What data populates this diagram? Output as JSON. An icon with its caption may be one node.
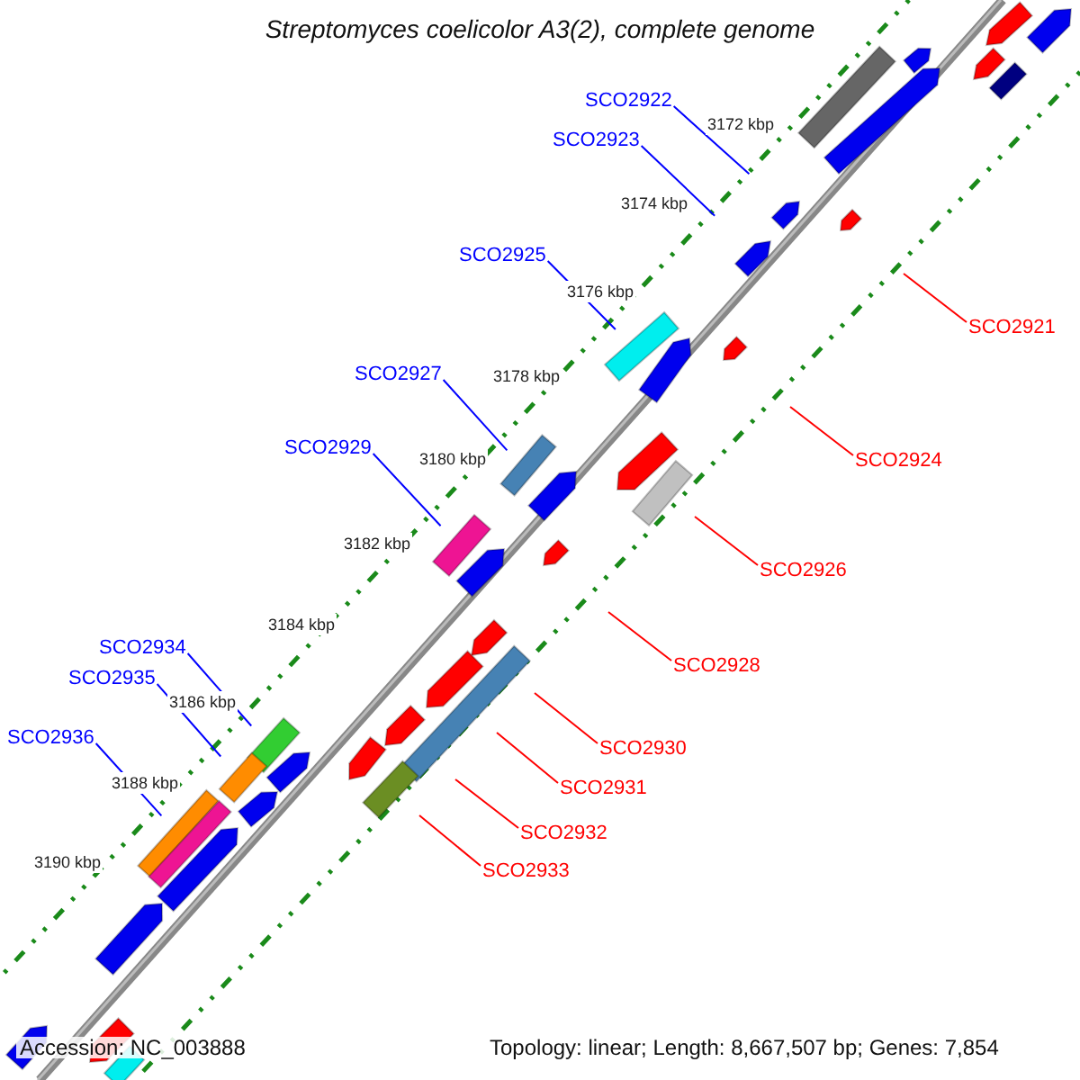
{
  "diagram": {
    "title": "Streptomyces coelicolor A3(2), complete genome",
    "nodes": [
      {
        "text": [
          "SCO2922"
        ]
      },
      {
        "text": [
          "SCO2923"
        ]
      },
      {
        "text": [
          "SCO2925"
        ]
      },
      {
        "text": [
          "SCO2921"
        ]
      },
      {
        "text": [
          "SCO2927"
        ]
      },
      {
        "text": [
          "SCO2929"
        ]
      },
      {
        "text": [
          "SCO2924"
        ]
      },
      {
        "text": [
          "SCO2926"
        ]
      },
      {
        "text": [
          "SCO2934"
        ]
      },
      {
        "text": [
          "SCO2928"
        ]
      },
      {
        "text": [
          "SCO2935"
        ]
      },
      {
        "text": [
          "SCO2936"
        ]
      },
      {
        "text": [
          "SCO2930"
        ]
      },
      {
        "text": [
          "SCO2931"
        ]
      },
      {
        "text": [
          "SCO2932"
        ]
      },
      {
        "text": [
          "SCO2933"
        ]
      }
    ],
    "edges": [
      {
        "from": 0,
        "to": null,
        "arrow": "none"
      },
      {
        "from": 1,
        "to": null,
        "arrow": "none"
      },
      {
        "from": 2,
        "to": null,
        "arrow": "none"
      },
      {
        "from": 3,
        "to": null,
        "arrow": "none",
        "color": "#ff0000"
      },
      {
        "from": 4,
        "to": null,
        "arrow": "none"
      },
      {
        "from": 5,
        "to": null,
        "arrow": "none"
      },
      {
        "from": 6,
        "to": null,
        "arrow": "none",
        "color": "#ff0000"
      },
      {
        "from": 7,
        "to": null,
        "arrow": "none",
        "color": "#ff0000"
      },
      {
        "from": 8,
        "to": null,
        "arrow": "none"
      },
      {
        "from": 9,
        "to": null,
        "arrow": "none",
        "color": "#ff0000"
      },
      {
        "from": 10,
        "to": null,
        "arrow": "none"
      },
      {
        "from": 11,
        "to": null,
        "arrow": "none"
      },
      {
        "from": 12,
        "to": null,
        "arrow": "none",
        "color": "#ff0000"
      },
      {
        "from": 13,
        "to": null,
        "arrow": "none",
        "color": "#ff0000"
      },
      {
        "from": 14,
        "to": null,
        "arrow": "none",
        "color": "#ff0000"
      },
      {
        "from": 15,
        "to": null,
        "arrow": "none",
        "color": "#ff0000"
      }
    ],
    "labels": [
      "3172 kbp",
      "3174 kbp",
      "3176 kbp",
      "3178 kbp",
      "3180 kbp",
      "3182 kbp",
      "3184 kbp",
      "3186 kbp",
      "3188 kbp",
      "3190 kbp",
      "Accession: NC_003888",
      "Topology: linear; Length: 8,667,507 bp; Genes: 7,854"
    ]
  }
}
